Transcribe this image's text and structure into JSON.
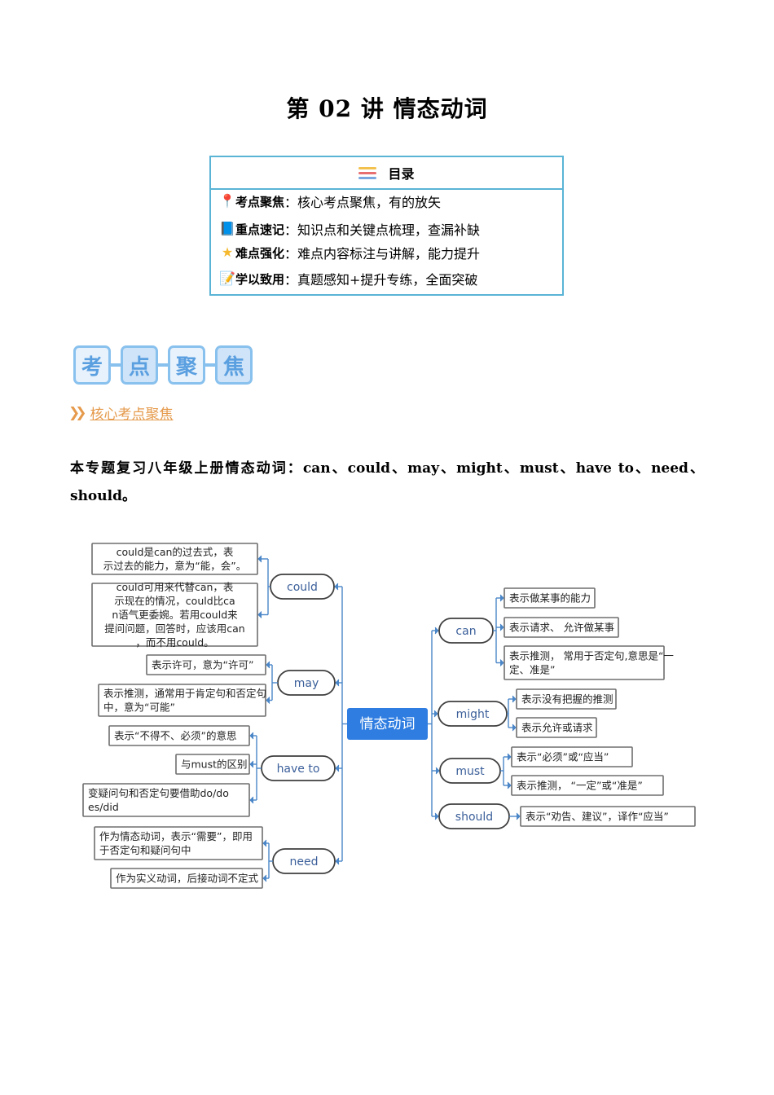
{
  "title": "第 02 讲    情态动词",
  "toc": {
    "heading": "目录",
    "items": [
      {
        "key": "考点聚焦",
        "desc": "：核心考点聚焦，有的放矢"
      },
      {
        "key": "重点速记",
        "desc": "：知识点和关键点梳理，查漏补缺"
      },
      {
        "key": "难点强化",
        "desc": "：难点内容标注与讲解，能力提升"
      },
      {
        "key": "学以致用",
        "desc": "：真题感知+提升专练，全面突破"
      }
    ]
  },
  "badges": [
    "考",
    "点",
    "聚",
    "焦"
  ],
  "section_link": "核心考点聚焦",
  "intro": "本专题复习八年级上册情态动词：can、could、may、might、must、have to、need、should。",
  "mindmap": {
    "center": "情态动词",
    "left": [
      {
        "verb": "could",
        "notes": [
          "could是can的过去式，表示过去的能力，意为“能，会”。",
          "could可用来代替can，表示现在的情况，could比can语气更委婉。若用could来提问问题，回答时，应该用can，而不用could。"
        ]
      },
      {
        "verb": "may",
        "notes": [
          "表示许可，意为“许可”",
          "表示推测，通常用于肯定句和否定句中，意为“可能”"
        ]
      },
      {
        "verb": "have to",
        "notes": [
          "表示“不得不、必须”的意思",
          "与must的区别",
          "变疑问句和否定句要借助do/does/did"
        ]
      },
      {
        "verb": "need",
        "notes": [
          "作为情态动词，表示“需要”，即用于否定句和疑问句中",
          "作为实义动词，后接动词不定式"
        ]
      }
    ],
    "right": [
      {
        "verb": "can",
        "notes": [
          "表示做某事的能力",
          "表示请求、 允许做某事",
          "表示推测， 常用于否定句,意思是“一定、准是”"
        ]
      },
      {
        "verb": "might",
        "notes": [
          "表示没有把握的推测",
          "表示允许或请求"
        ]
      },
      {
        "verb": "must",
        "notes": [
          "表示“必须”或“应当”",
          "表示推测， “一定”或“准是”"
        ]
      },
      {
        "verb": "should",
        "notes": [
          "表示“劝告、建议”，译作“应当”"
        ]
      }
    ]
  }
}
